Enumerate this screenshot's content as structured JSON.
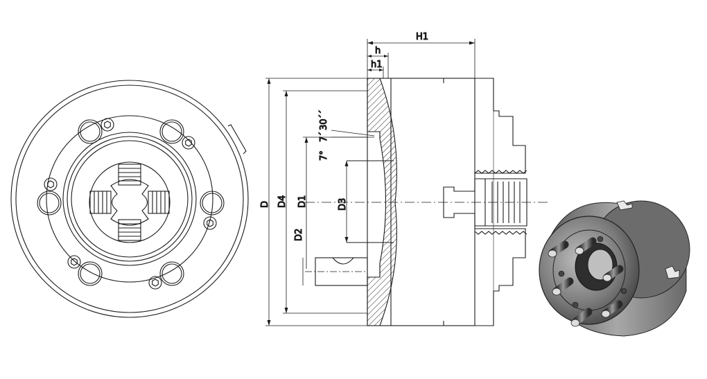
{
  "dimensions": {
    "H1": "H1",
    "h": "h",
    "h1": "h1",
    "D": "D",
    "D4": "D4",
    "D1": "D1",
    "D3": "D3",
    "D2": "D2",
    "angle_deg": "7°",
    "angle_min": "7´",
    "angle_sec": "30´´"
  },
  "colors": {
    "line": "#1a1a1a",
    "metal_light": "#9a9a9a",
    "metal_dark": "#3a3a3a",
    "hatch": "#222222"
  }
}
